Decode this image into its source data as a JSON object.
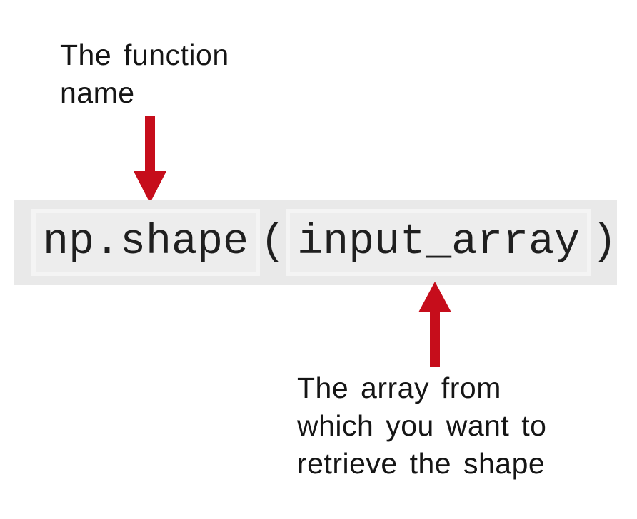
{
  "diagram": {
    "top_label": "The function\nname",
    "bottom_label": "The array from\nwhich you want to\nretrieve the shape",
    "code": {
      "function_name": "np.shape",
      "open_paren": "(",
      "argument": "input_array",
      "close_paren": ")"
    }
  },
  "colors": {
    "page-bg": "#ffffff",
    "label-text": "#151515",
    "code-text": "#1f1f1f",
    "strip-bg": "#e9e9e9",
    "box-bg": "#ededed",
    "box-border": "#f4f4f4",
    "arrow-red": "#c60d1b"
  }
}
